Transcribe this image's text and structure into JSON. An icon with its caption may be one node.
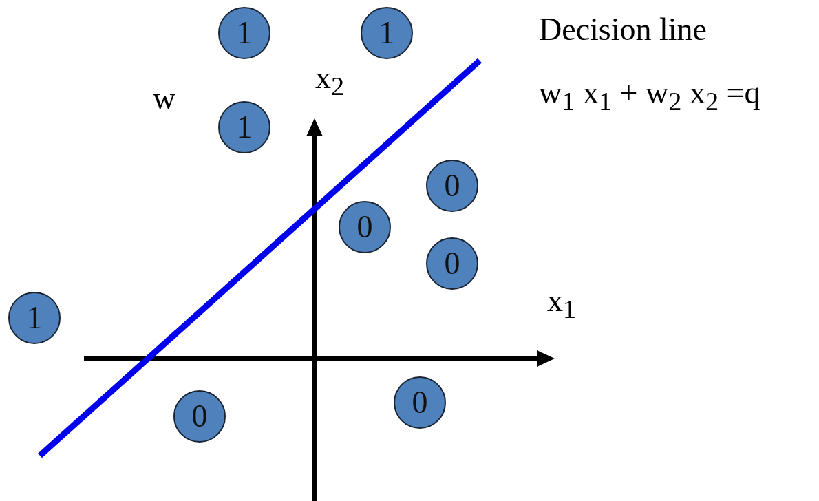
{
  "diagram": {
    "nodes": [
      {
        "text": [
          "1"
        ]
      },
      {
        "text": [
          "1"
        ]
      },
      {
        "text": [
          "1"
        ]
      },
      {
        "text": [
          "0"
        ]
      },
      {
        "text": [
          "0"
        ]
      },
      {
        "text": [
          "0"
        ]
      },
      {
        "text": [
          "1"
        ]
      },
      {
        "text": [
          "0"
        ]
      },
      {
        "text": [
          "0"
        ]
      }
    ],
    "labels": [
      "Decision line",
      "x$_{2}$",
      "w$_{1}$ x$_{1}$ + w$_{2}$ x$_{2}$ =q",
      "w",
      "x$_{1}$"
    ]
  }
}
